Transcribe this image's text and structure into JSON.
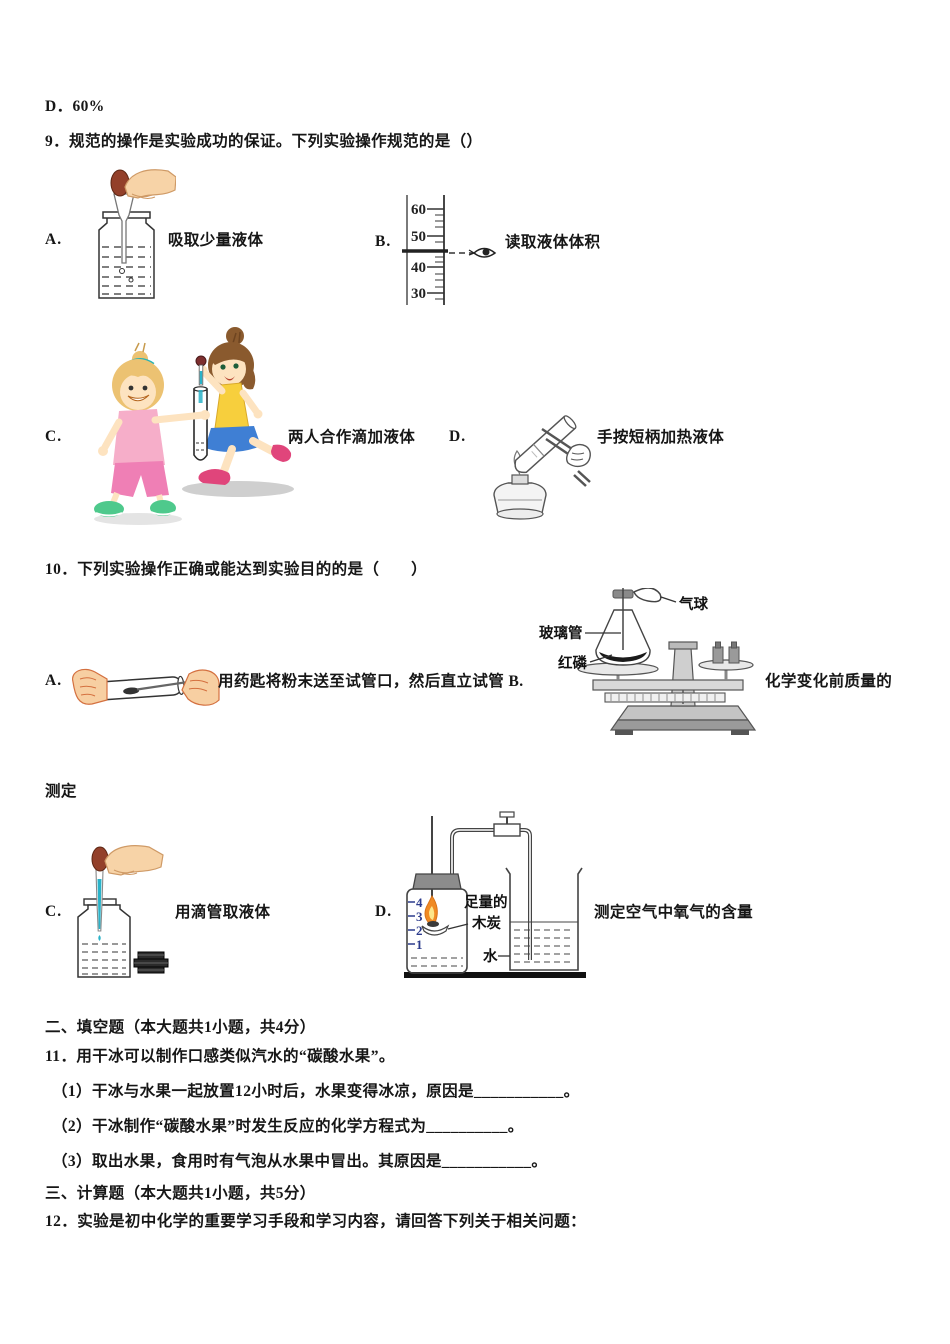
{
  "palette": {
    "skin": "#f7d3a7",
    "dropper_bulb": "#93402a",
    "teal_liquid": "#2ab3c9",
    "flame_orange": "#f08a24",
    "flame_inner": "#fde68a",
    "graduation_blue": "#2b3a8c",
    "pink_shirt": "#f6aec9",
    "pink_pants": "#ef7fb5",
    "yellow_top": "#f7cf3d",
    "blue_skirt": "#3f7fd4",
    "green_shoes": "#4ec98c",
    "magenta_shoes": "#e0457b"
  },
  "doc": {
    "prev_option": "D．60%",
    "q9": {
      "stem": "9．规范的操作是实验成功的保证。下列实验操作规范的是（）",
      "a": {
        "label": "A.",
        "caption": "吸取少量液体"
      },
      "b": {
        "label": "B.",
        "caption": "读取液体体积",
        "ticks": {
          "t60": "60",
          "t50": "50",
          "t40": "40",
          "t30": "30"
        }
      },
      "c": {
        "label": "C.",
        "caption": "两人合作滴加液体"
      },
      "d": {
        "label": "D.",
        "caption": "手按短柄加热液体"
      }
    },
    "q10": {
      "stem": "10．下列实验操作正确或能达到实验目的的是（　　）",
      "a": {
        "label": "A.",
        "caption": "用药匙将粉末送至试管口，然后直立试管"
      },
      "b": {
        "label": "B.",
        "caption_line1": "化学变化前质量的",
        "caption_line2": "测定",
        "fig": {
          "balloon": "气球",
          "glass_tube": "玻璃管",
          "red_phosphorus": "红磷"
        }
      },
      "c": {
        "label": "C.",
        "caption": "用滴管取液体"
      },
      "d": {
        "label": "D.",
        "caption": "测定空气中氧气的含量",
        "fig": {
          "charcoal_line1": "足量的",
          "charcoal_line2": "木炭",
          "water": "水",
          "ticks": {
            "t4": "4",
            "t3": "3",
            "t2": "2",
            "t1": "1"
          }
        }
      }
    },
    "section2_heading": "二、填空题（本大题共1小题，共4分）",
    "q11": {
      "stem": "11．用干冰可以制作口感类似汽水的“碳酸水果”。",
      "sub1": "（1）干冰与水果一起放置12小时后，水果变得冰凉，原因是___________。",
      "sub2": "（2）干冰制作“碳酸水果”时发生反应的化学方程式为__________。",
      "sub3": "（3）取出水果，食用时有气泡从水果中冒出。其原因是___________。"
    },
    "section3_heading": "三、计算题（本大题共1小题，共5分）",
    "q12_stem": "12．实验是初中化学的重要学习手段和学习内容，请回答下列关于相关问题："
  }
}
